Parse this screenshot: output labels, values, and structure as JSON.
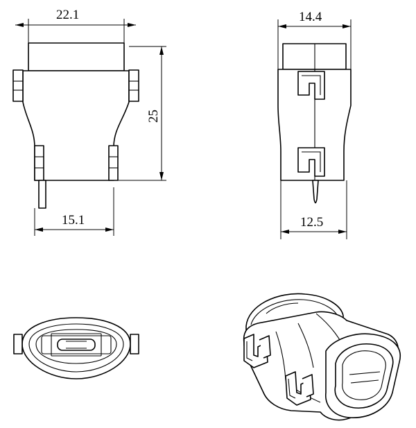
{
  "dimensions": {
    "front_top_width": "22.1",
    "front_height": "25",
    "front_bottom_width": "15.1",
    "side_top_width": "14.4",
    "side_bottom_width": "12.5"
  }
}
